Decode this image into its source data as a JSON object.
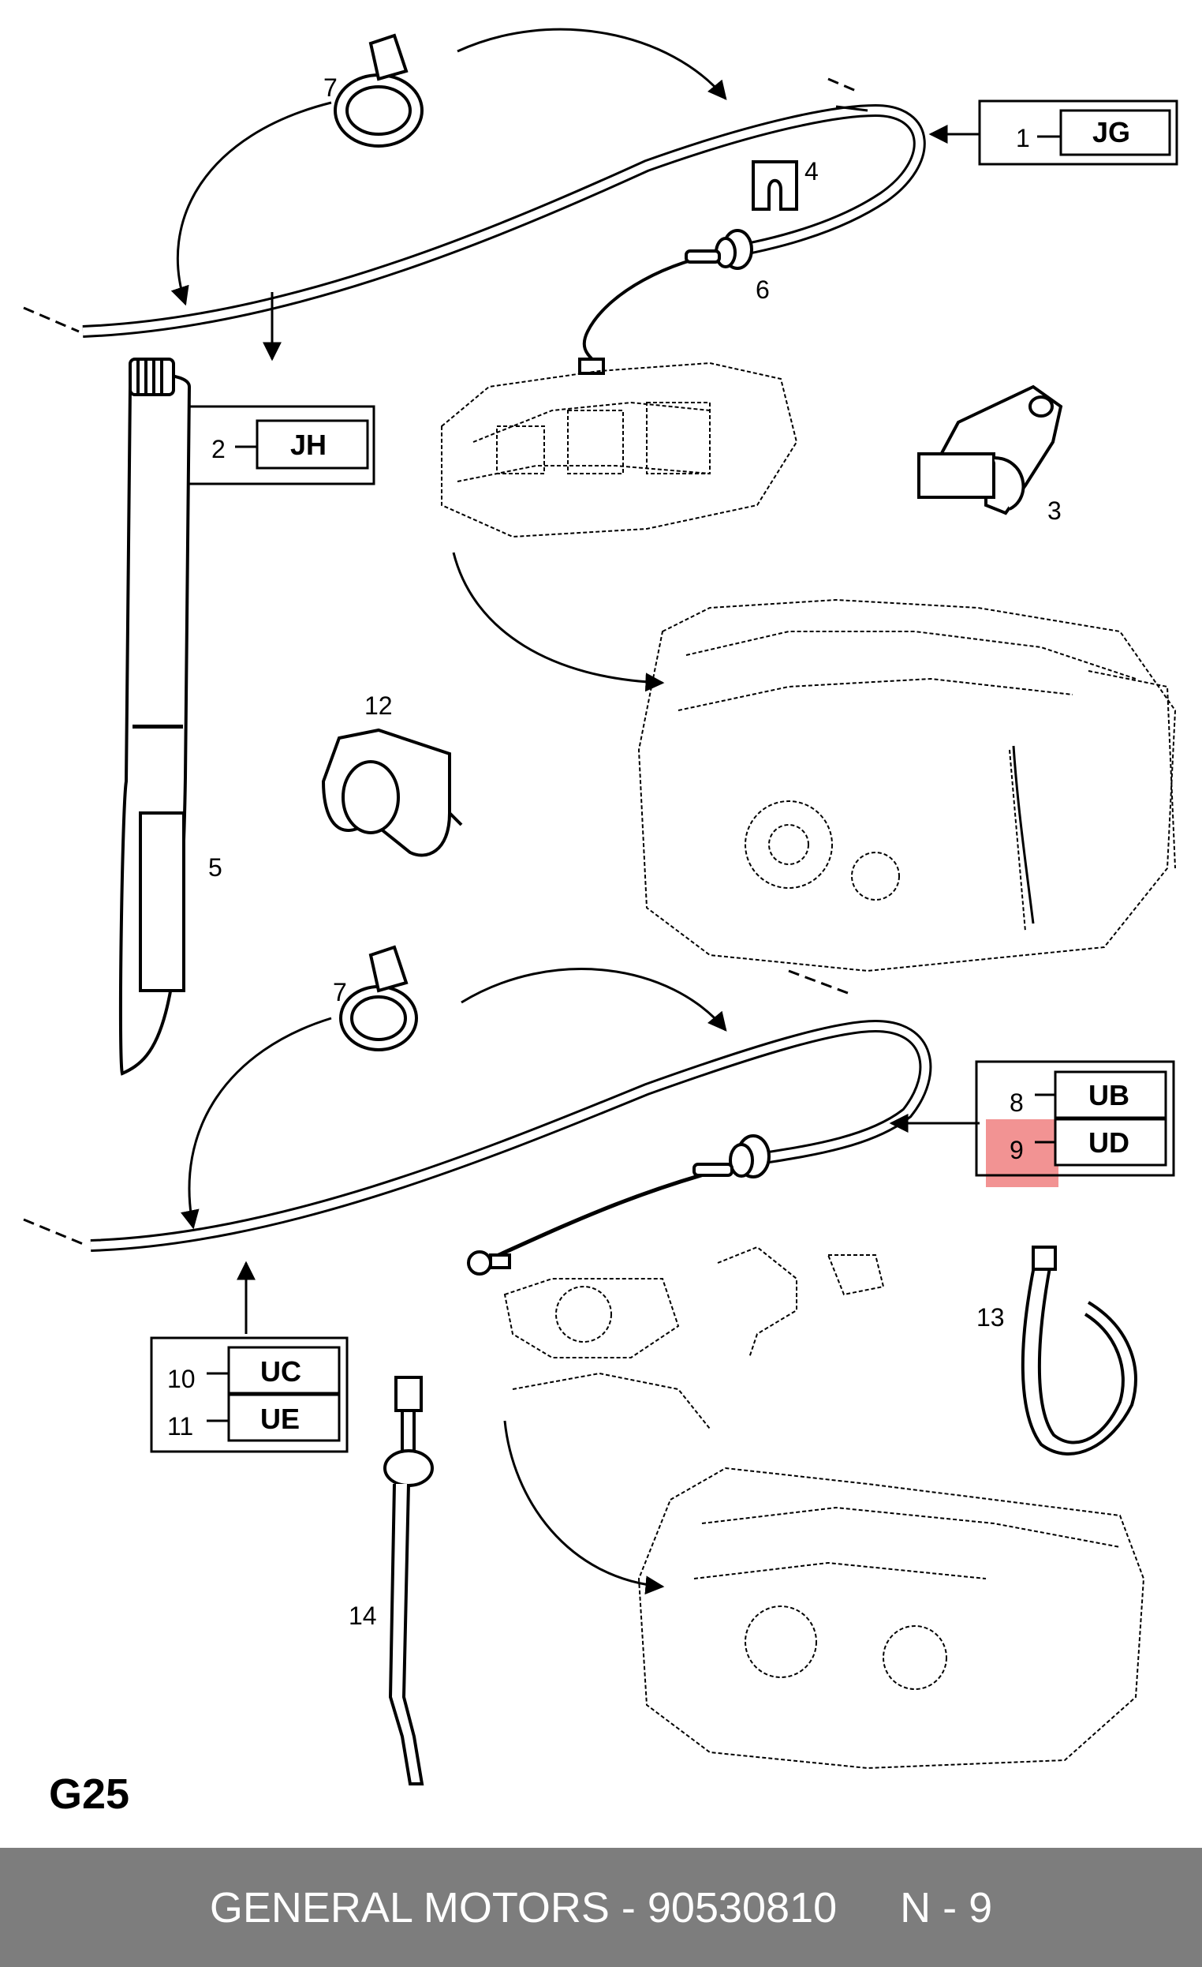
{
  "callouts": {
    "c1": "1",
    "c2": "2",
    "c3": "3",
    "c4": "4",
    "c5": "5",
    "c6": "6",
    "c7a": "7",
    "c7b": "7",
    "c8": "8",
    "c9": "9",
    "c10": "10",
    "c11": "11",
    "c12": "12",
    "c13": "13",
    "c14": "14"
  },
  "codes": {
    "jg": "JG",
    "jh": "JH",
    "ub": "UB",
    "ud": "UD",
    "uc": "UC",
    "ue": "UE"
  },
  "highlight_color": "#f08080",
  "page_code": "G25",
  "footer": {
    "part": "GENERAL MOTORS - 90530810",
    "page": "N - 9"
  }
}
